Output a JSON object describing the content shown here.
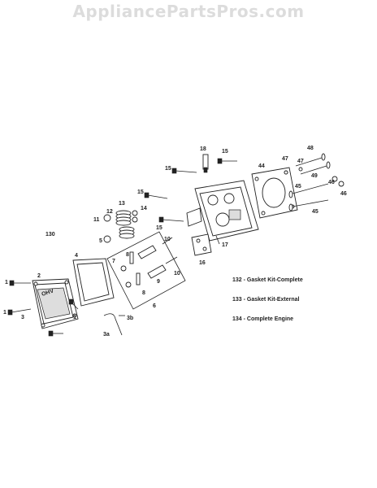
{
  "watermark": "AppliancePartsPros.com",
  "cover_logo_text": "OHV",
  "callouts": [
    "18",
    "15",
    "15",
    "15",
    "15",
    "13",
    "12",
    "11",
    "14",
    "5",
    "130",
    "2",
    "4",
    "3",
    "1",
    "1",
    "1",
    "7",
    "8",
    "8",
    "10",
    "9",
    "10",
    "6",
    "16",
    "17",
    "44",
    "47",
    "47",
    "48",
    "46",
    "46",
    "49",
    "45",
    "45",
    "3b",
    "3a"
  ],
  "legend": [
    "132 - Gasket Kit-Complete",
    "133 - Gasket Kit-External",
    "134 - Complete Engine"
  ]
}
